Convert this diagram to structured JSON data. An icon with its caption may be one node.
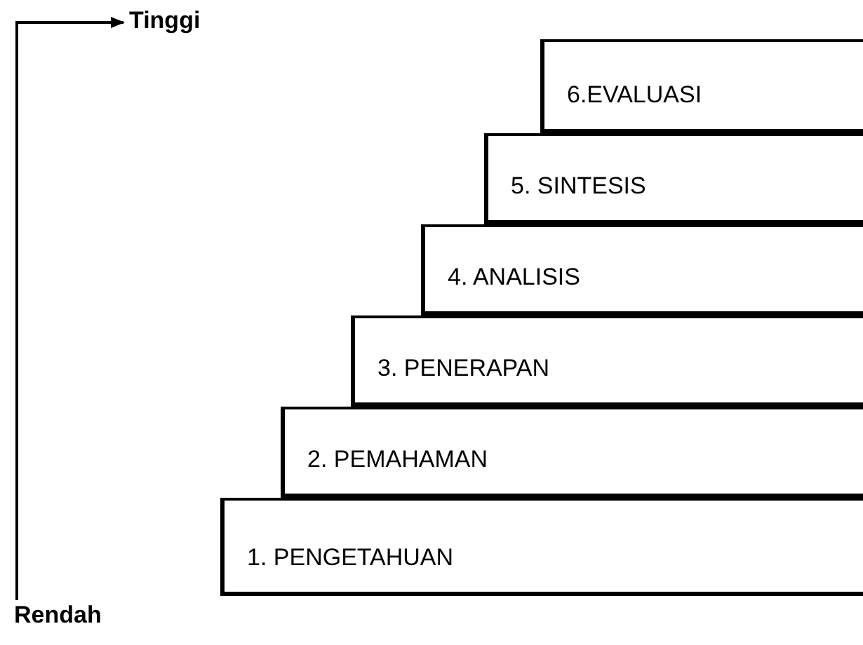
{
  "diagram": {
    "nodes": [
      {
        "text": [
          "Tinggi"
        ]
      },
      {
        "text": [
          "6.EVALUASI"
        ]
      },
      {
        "text": [
          "5. SINTESIS"
        ]
      },
      {
        "text": [
          "4. ANALISIS"
        ]
      },
      {
        "text": [
          "3. PENERAPAN"
        ]
      },
      {
        "text": [
          "2. PEMAHAMAN"
        ]
      },
      {
        "text": [
          "1.  PENGETAHUAN"
        ]
      },
      {
        "text": [
          "Rendah"
        ]
      }
    ],
    "edges": [
      {
        "from": 7,
        "to": 0,
        "arrow": "to"
      }
    ]
  }
}
